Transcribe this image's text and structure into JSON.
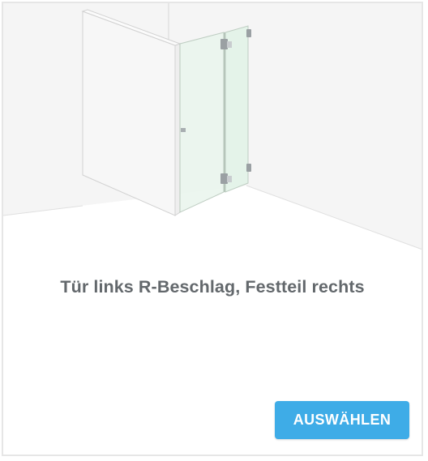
{
  "product": {
    "title": "Tür links R-Beschlag, Festteil rechts",
    "select_label": "AUSWÄHLEN"
  },
  "colors": {
    "accent": "#3eace7",
    "title_text": "#63686c",
    "card_border": "#e6e6e6",
    "wall": "#f4f4f4",
    "glass": "#e9f6ec"
  },
  "icons": {
    "illustration": "shower-door-illustration"
  }
}
